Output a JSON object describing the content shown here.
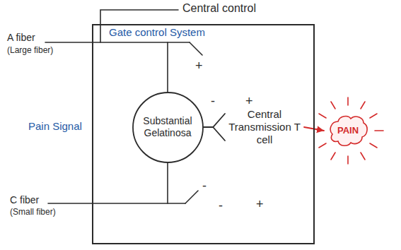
{
  "diagram": {
    "nodes": [
      {
        "text": [
          "Gate control System"
        ]
      },
      {
        "text": [
          "Substantial Gelatinosa"
        ],
        "in": 0
      },
      {
        "text": [
          "Central Transmission T cell"
        ],
        "in": 0
      },
      {
        "text": [
          "PAIN"
        ]
      }
    ],
    "edges": [
      {
        "from": 1,
        "to": 2,
        "arrow": "none"
      },
      {
        "from": 2,
        "to": 3,
        "arrow": "to"
      }
    ],
    "labels": [
      "Central control",
      "A fiber",
      "(Large fiber)",
      "Pain Signal",
      "C fiber",
      "(Small fiber)",
      "+",
      "-",
      "+",
      "-",
      "-",
      "+"
    ]
  }
}
